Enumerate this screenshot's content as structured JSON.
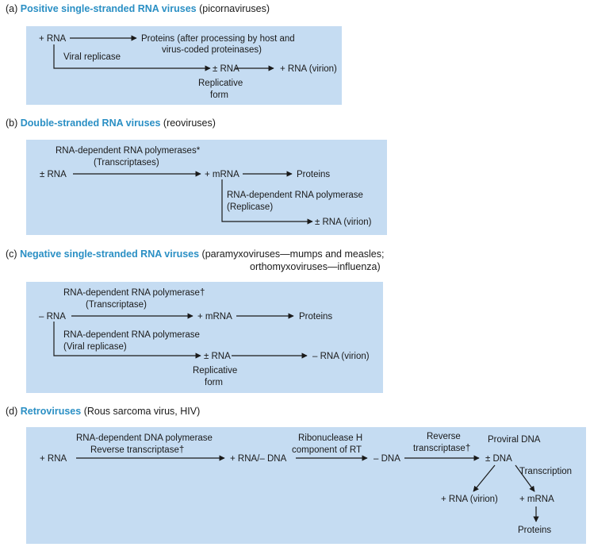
{
  "panel_a": {
    "label": "(a)",
    "title": "Positive single-stranded RNA viruses",
    "subtitle": "(picornaviruses)",
    "plus_rna": "+ RNA",
    "proteins_1": "Proteins (after processing by host and",
    "proteins_2": "virus-coded proteinases)",
    "viral_replicase": "Viral replicase",
    "pm_rna": "± RNA",
    "virion": "+ RNA (virion)",
    "replicative": "Replicative",
    "form": "form"
  },
  "panel_b": {
    "label": "(b)",
    "title": "Double-stranded RNA viruses",
    "subtitle": "(reoviruses)",
    "enzyme_1": "RNA-dependent RNA polymerases*",
    "enzyme_2": "(Transcriptases)",
    "pm_rna": "± RNA",
    "mrna": "+ mRNA",
    "proteins": "Proteins",
    "replicase_1": "RNA-dependent RNA polymerase",
    "replicase_2": "(Replicase)",
    "virion": "± RNA (virion)"
  },
  "panel_c": {
    "label": "(c)",
    "title": "Negative single-stranded RNA viruses",
    "subtitle_1": "(paramyxoviruses—mumps and measles;",
    "subtitle_2": "orthomyxoviruses—influenza)",
    "enzyme_1": "RNA-dependent RNA polymerase†",
    "enzyme_2": "(Transcriptase)",
    "minus_rna": "– RNA",
    "mrna": "+ mRNA",
    "proteins": "Proteins",
    "replicase_1": "RNA-dependent RNA polymerase",
    "replicase_2": "(Viral replicase)",
    "pm_rna": "± RNA",
    "virion": "– RNA (virion)",
    "replicative": "Replicative",
    "form": "form"
  },
  "panel_d": {
    "label": "(d)",
    "title": "Retroviruses",
    "subtitle": "(Rous sarcoma virus, HIV)",
    "plus_rna": "+ RNA",
    "enzyme_1": "RNA-dependent DNA polymerase",
    "enzyme_2": "Reverse transcriptase†",
    "hybrid": "+ RNA/– DNA",
    "rnase_1": "Ribonuclease H",
    "rnase_2": "component of RT",
    "minus_dna": "– DNA",
    "rt_1": "Reverse",
    "rt_2": "transcriptase†",
    "proviral": "Proviral DNA",
    "pm_dna": "± DNA",
    "transcription": "Transcription",
    "virion": "+ RNA (virion)",
    "mrna": "+ mRNA",
    "proteins": "Proteins"
  },
  "colors": {
    "box": "#c5dcf2",
    "heading": "#2a8fc4",
    "ink": "#1a1a1a"
  }
}
